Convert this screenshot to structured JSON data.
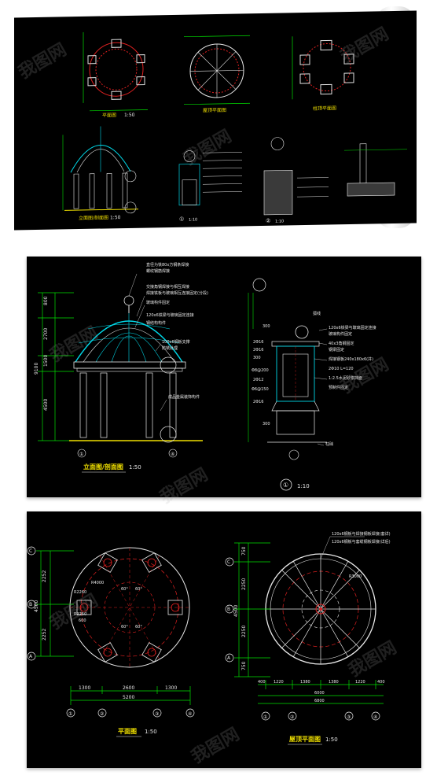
{
  "watermark": "我图网",
  "top_panel": {
    "labels": {
      "plan": "平面图",
      "plan_scale": "1:50",
      "roof_plan": "屋顶平面图",
      "column_plan": "柱顶平面图",
      "elevation": "立面图/剖面图",
      "elevation_scale": "1:50",
      "detail_mark_1": "①",
      "detail_scale_1": "1:10",
      "detail_mark_2": "②",
      "detail_scale_2": "1:10"
    }
  },
  "middle_panel": {
    "title": "立面图/剖面图",
    "scale": "1:50",
    "detail_scale": "1:10",
    "detail_mark": "①",
    "left_dims": [
      "800",
      "2700",
      "1500",
      "4500",
      "9100"
    ],
    "annotations_left": [
      "直径为铁80x方钢条焊接",
      "螺纹钢筋焊接",
      "交接角钢焊接与相互焊接",
      "焊接铁板与玻璃相互连接固定(分段)",
      "玻璃构件固定",
      "120x6铁梁与玻璃固定连接",
      "钢结构构件",
      "100x6钢板支撑",
      "防锈处理",
      "成品金属装饰构件"
    ],
    "annotations_right": [
      "弧线",
      "120x6铁梁与玻璃固定连接",
      "玻璃构件固定",
      "40x3角钢固定",
      "钢梁固定",
      "焊接钢板240x180x6(井)",
      "2Φ10 L=120",
      "1:2.5水泥砂浆抹面",
      "预制件固定",
      "柱础"
    ],
    "right_dims": [
      "300",
      "2Φ16",
      "2Φ16",
      "300",
      "Φ8@200",
      "2Φ12",
      "Φ6@150",
      "2Φ16",
      "300"
    ],
    "axis_marks": [
      "①",
      "④"
    ],
    "column_label": "柱础图"
  },
  "bottom_panel": {
    "plan_title": "平面图",
    "plan_scale": "1:50",
    "roof_title": "屋顶平面图",
    "roof_scale": "1:50",
    "plan_row_marks": [
      "C",
      "B",
      "A"
    ],
    "plan_side_dims": [
      "2252",
      "4500",
      "2252"
    ],
    "plan_bottom_dims": [
      "1300",
      "2600",
      "1300",
      "5200"
    ],
    "plan_col_marks": [
      "①",
      "②",
      "③",
      "④"
    ],
    "plan_inner_labels": [
      "R4000",
      "60°",
      "60°",
      "60°",
      "60°",
      "600",
      "R2260",
      "R2250"
    ],
    "roof_annotations": [
      "120x6钢板与焊接钢板焊接(套详)",
      "120x6钢板与套缆钢板焊接(详后)"
    ],
    "roof_side_dims": [
      "750",
      "2250",
      "4500",
      "2250",
      "750"
    ],
    "roof_bottom_dims": [
      "400",
      "1220",
      "1380",
      "1380",
      "1220",
      "400",
      "6000",
      "6800"
    ],
    "roof_col_marks": [
      "①",
      "②",
      "③",
      "④"
    ],
    "roof_row_marks": [
      "C",
      "B",
      "A"
    ],
    "roof_inner": [
      "R3000"
    ]
  },
  "colors": {
    "bg": "#000000",
    "cyan": "#00d8e8",
    "green": "#00e000",
    "yellow": "#f0e000",
    "white": "#e8e8e8",
    "red": "#e02020",
    "magenta": "#e040e0"
  }
}
